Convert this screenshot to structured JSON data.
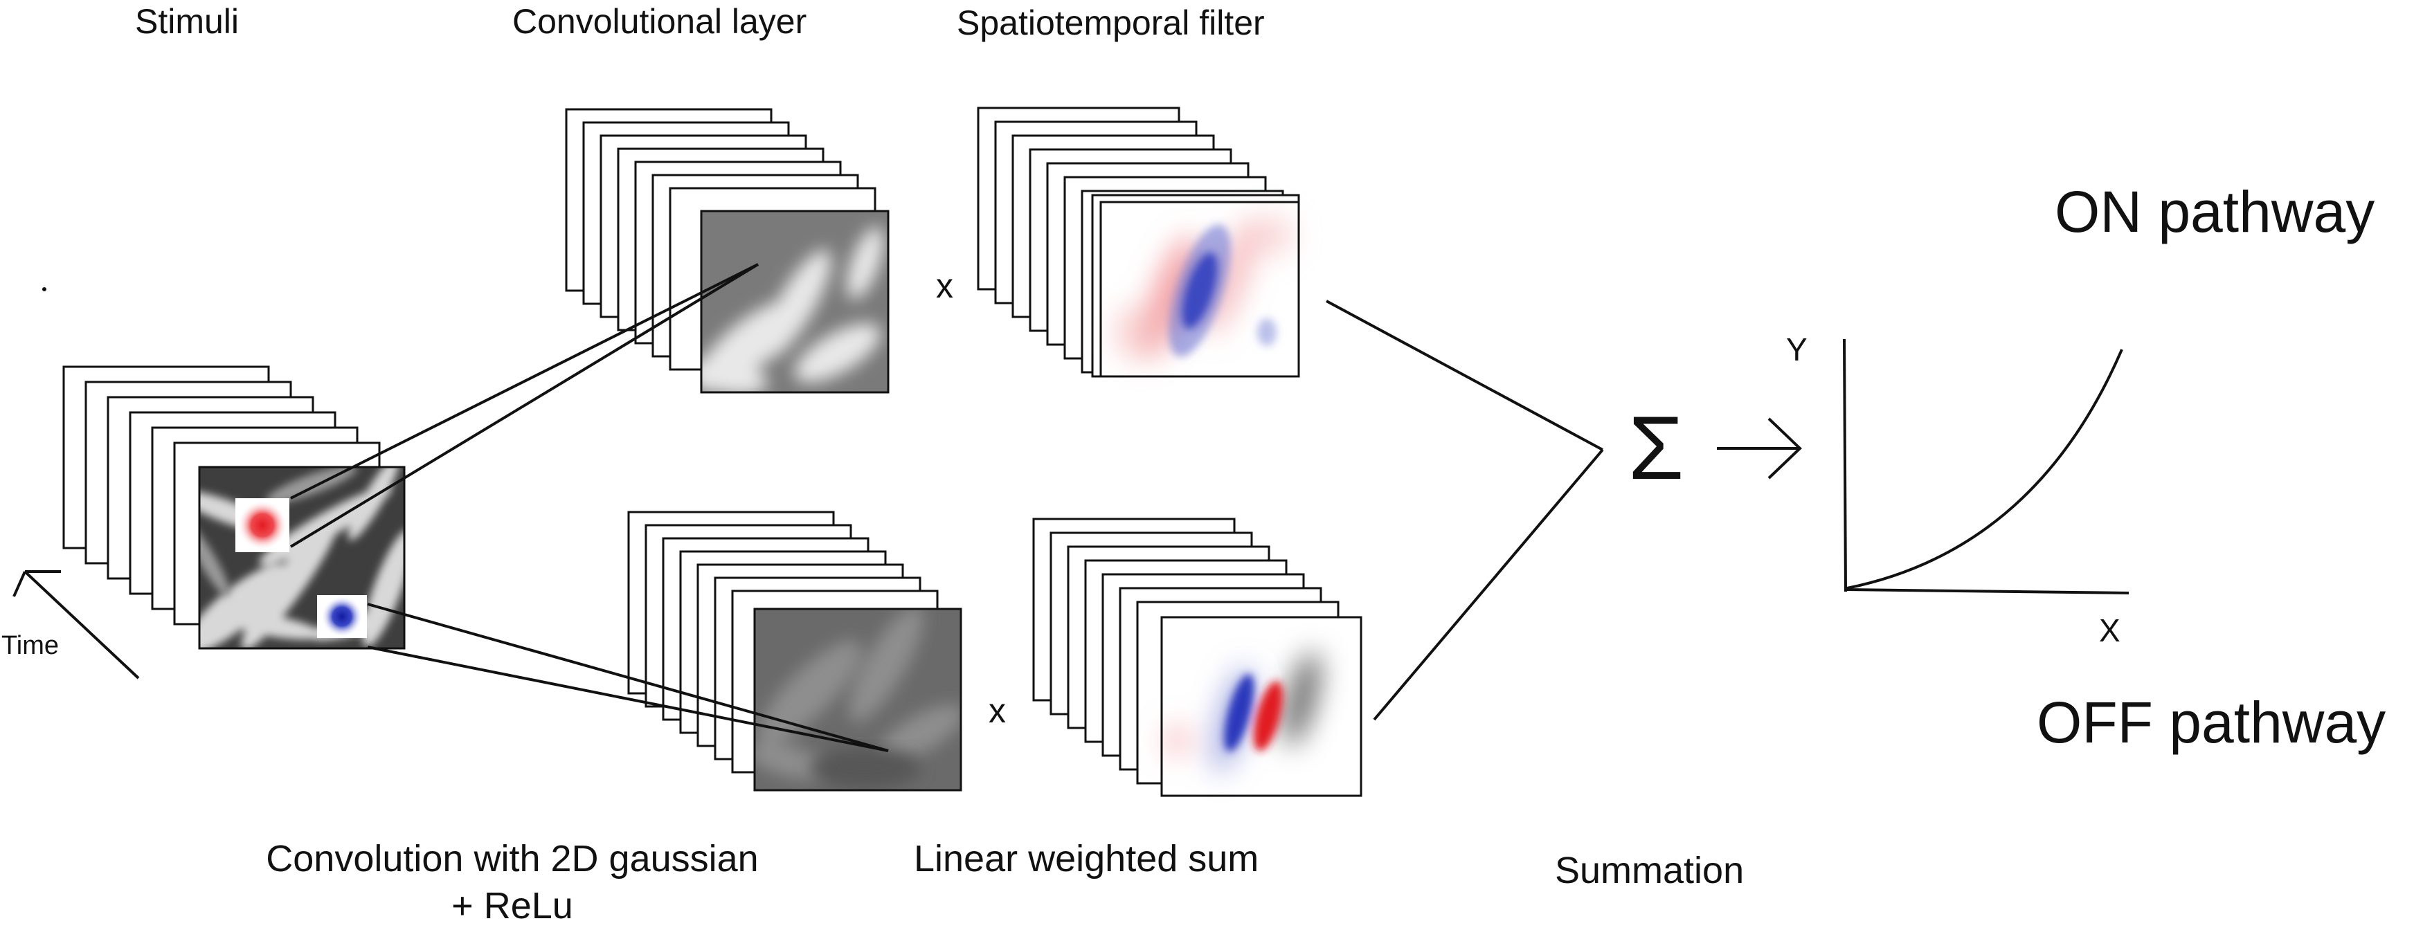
{
  "headers": {
    "stimuli": "Stimuli",
    "conv_layer": "Convolutional layer",
    "spatiotemporal": "Spatiotemporal filter"
  },
  "captions": {
    "convolution_line1": "Convolution with 2D gaussian",
    "convolution_line2": "+ ReLu",
    "linear_sum": "Linear weighted sum",
    "summation": "Summation"
  },
  "symbols": {
    "multiply_top": "x",
    "multiply_bottom": "x",
    "sigma": "Σ",
    "arrow": "→"
  },
  "time_axis": {
    "label": "Time"
  },
  "pathways": {
    "on": "ON pathway",
    "off": "OFF pathway"
  },
  "nonlinearity_plot": {
    "ylabel": "Y",
    "xlabel": "X",
    "curve": "convex-increasing"
  },
  "colors": {
    "on_spot": "#e8232a",
    "off_spot": "#1b2bbd",
    "line": "#111111"
  }
}
